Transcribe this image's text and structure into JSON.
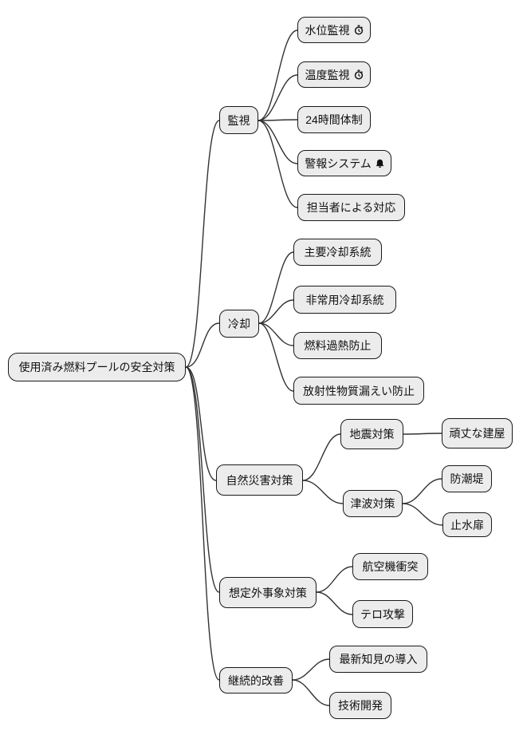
{
  "diagram": {
    "root": {
      "label": "使用済み燃料プールの安全対策"
    },
    "branches": [
      {
        "label": "監視",
        "children": [
          {
            "label": "水位監視",
            "icon": "clock-icon"
          },
          {
            "label": "温度監視",
            "icon": "clock-icon"
          },
          {
            "label": "24時間体制"
          },
          {
            "label": "警報システム",
            "icon": "bell-icon"
          },
          {
            "label": "担当者による対応"
          }
        ]
      },
      {
        "label": "冷却",
        "children": [
          {
            "label": "主要冷却系統"
          },
          {
            "label": "非常用冷却系統"
          },
          {
            "label": "燃料過熱防止"
          },
          {
            "label": "放射性物質漏えい防止"
          }
        ]
      },
      {
        "label": "自然災害対策",
        "children": [
          {
            "label": "地震対策",
            "children": [
              {
                "label": "頑丈な建屋"
              }
            ]
          },
          {
            "label": "津波対策",
            "children": [
              {
                "label": "防潮堤"
              },
              {
                "label": "止水扉"
              }
            ]
          }
        ]
      },
      {
        "label": "想定外事象対策",
        "children": [
          {
            "label": "航空機衝突"
          },
          {
            "label": "テロ攻撃"
          }
        ]
      },
      {
        "label": "継続的改善",
        "children": [
          {
            "label": "最新知見の導入"
          },
          {
            "label": "技術開発"
          }
        ]
      }
    ],
    "colors": {
      "node_fill": "#ececec",
      "node_border": "#1a1a1a",
      "edge": "#333333",
      "background": "#ffffff",
      "text": "#111111"
    }
  }
}
